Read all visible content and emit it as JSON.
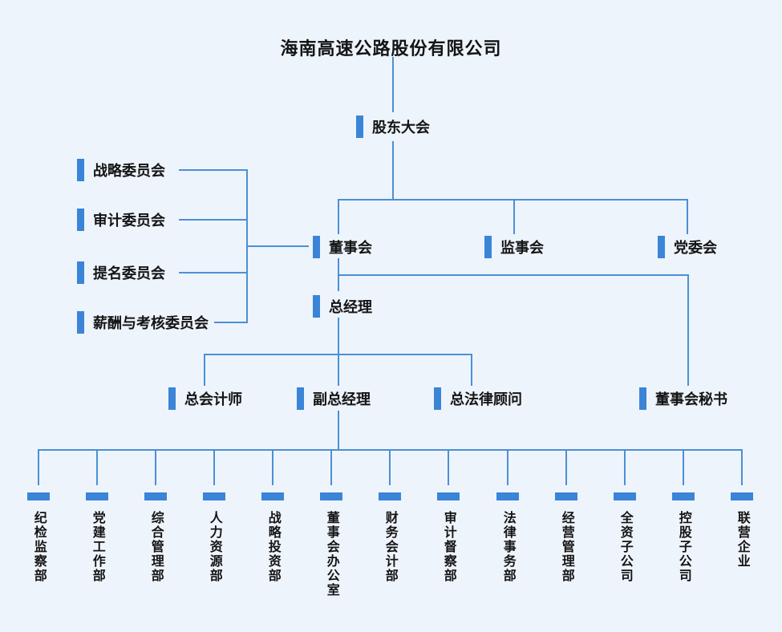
{
  "title": "海南高速公路股份有限公司",
  "nodes": {
    "shareholders": {
      "label": "股东大会"
    },
    "committees": [
      {
        "label": "战略委员会"
      },
      {
        "label": "审计委员会"
      },
      {
        "label": "提名委员会"
      },
      {
        "label": "薪酬与考核委员会"
      }
    ],
    "level2": [
      {
        "label": "董事会"
      },
      {
        "label": "监事会"
      },
      {
        "label": "党委会"
      }
    ],
    "general_manager": {
      "label": "总经理"
    },
    "executives": [
      {
        "label": "总会计师"
      },
      {
        "label": "副总经理"
      },
      {
        "label": "总法律顾问"
      },
      {
        "label": "董事会秘书"
      }
    ],
    "departments": [
      {
        "label": "纪检监察部"
      },
      {
        "label": "党建工作部"
      },
      {
        "label": "综合管理部"
      },
      {
        "label": "人力资源部"
      },
      {
        "label": "战略投资部"
      },
      {
        "label": "董事会办公室"
      },
      {
        "label": "财务会计部"
      },
      {
        "label": "审计督察部"
      },
      {
        "label": "法律事务部"
      },
      {
        "label": "经营管理部"
      },
      {
        "label": "全资子公司"
      },
      {
        "label": "控股子公司"
      },
      {
        "label": "联营企业"
      }
    ]
  },
  "colors": {
    "accent": "#3a85d7",
    "line": "#4a90d5",
    "background": "#eef4fc",
    "text": "#141414"
  }
}
